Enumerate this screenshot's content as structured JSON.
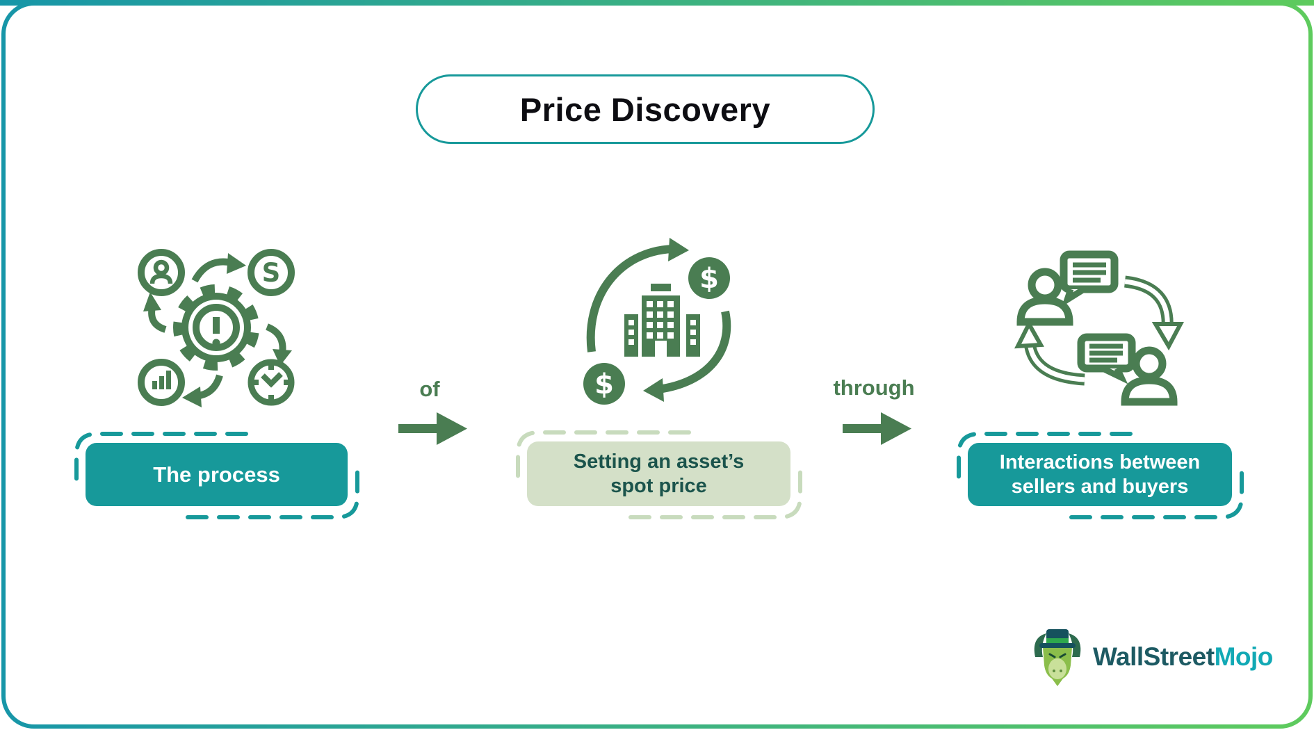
{
  "title": "Price Discovery",
  "flow": {
    "steps": [
      {
        "label_lines": [
          "The process"
        ],
        "icon": "process-cycle-icon",
        "style": "teal"
      },
      {
        "label_lines": [
          "Setting an asset’s",
          "spot price"
        ],
        "icon": "asset-spot-price-icon",
        "style": "light-green"
      },
      {
        "label_lines": [
          "Interactions between",
          "sellers and buyers"
        ],
        "icon": "buyer-seller-interaction-icon",
        "style": "teal"
      }
    ],
    "connectors": [
      {
        "label": "of",
        "icon": "arrow-right-icon"
      },
      {
        "label": "through",
        "icon": "arrow-right-icon"
      }
    ]
  },
  "logo": {
    "brand_primary": "WallStreet",
    "brand_accent": "Mojo",
    "icon": "wallstreetmojo-bull-icon"
  },
  "colors": {
    "frame_gradient_start": "#1796A8",
    "frame_gradient_end": "#5ECB5D",
    "accent_teal": "#17999A",
    "icon_green": "#4A7D52",
    "light_green_fill": "#D4E0C8",
    "light_green_dash": "#C8DBBD",
    "dark_green_text": "#1B544C",
    "title_text": "#0D0D12",
    "logo_primary": "#1D5A63",
    "logo_accent": "#12A9B5"
  }
}
